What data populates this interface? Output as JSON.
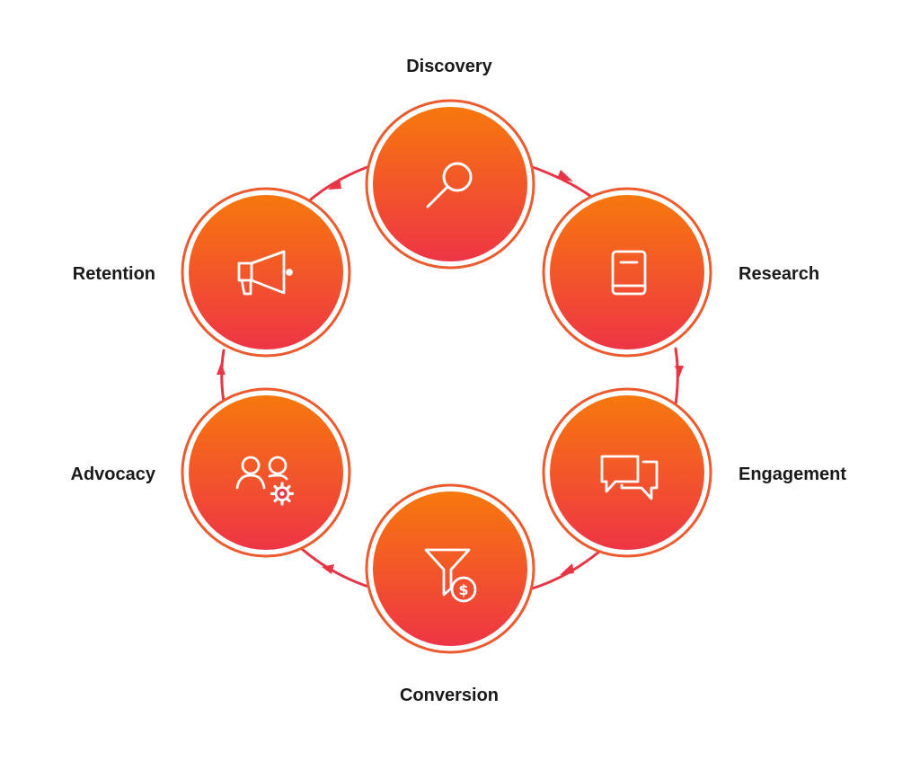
{
  "diagram": {
    "type": "cycle",
    "colors": {
      "gradient_top": "#F7780D",
      "gradient_bottom": "#EE3545",
      "arrow": "#E83545",
      "ring": "#EC5A2E",
      "label_text": "#1a1a1a"
    },
    "stages": [
      {
        "label": "Discovery",
        "icon": "search-icon"
      },
      {
        "label": "Research",
        "icon": "book-icon"
      },
      {
        "label": "Engagement",
        "icon": "chat-bubbles-icon"
      },
      {
        "label": "Conversion",
        "icon": "funnel-dollar-icon"
      },
      {
        "label": "Advocacy",
        "icon": "users-gear-icon"
      },
      {
        "label": "Retention",
        "icon": "megaphone-icon"
      }
    ]
  }
}
